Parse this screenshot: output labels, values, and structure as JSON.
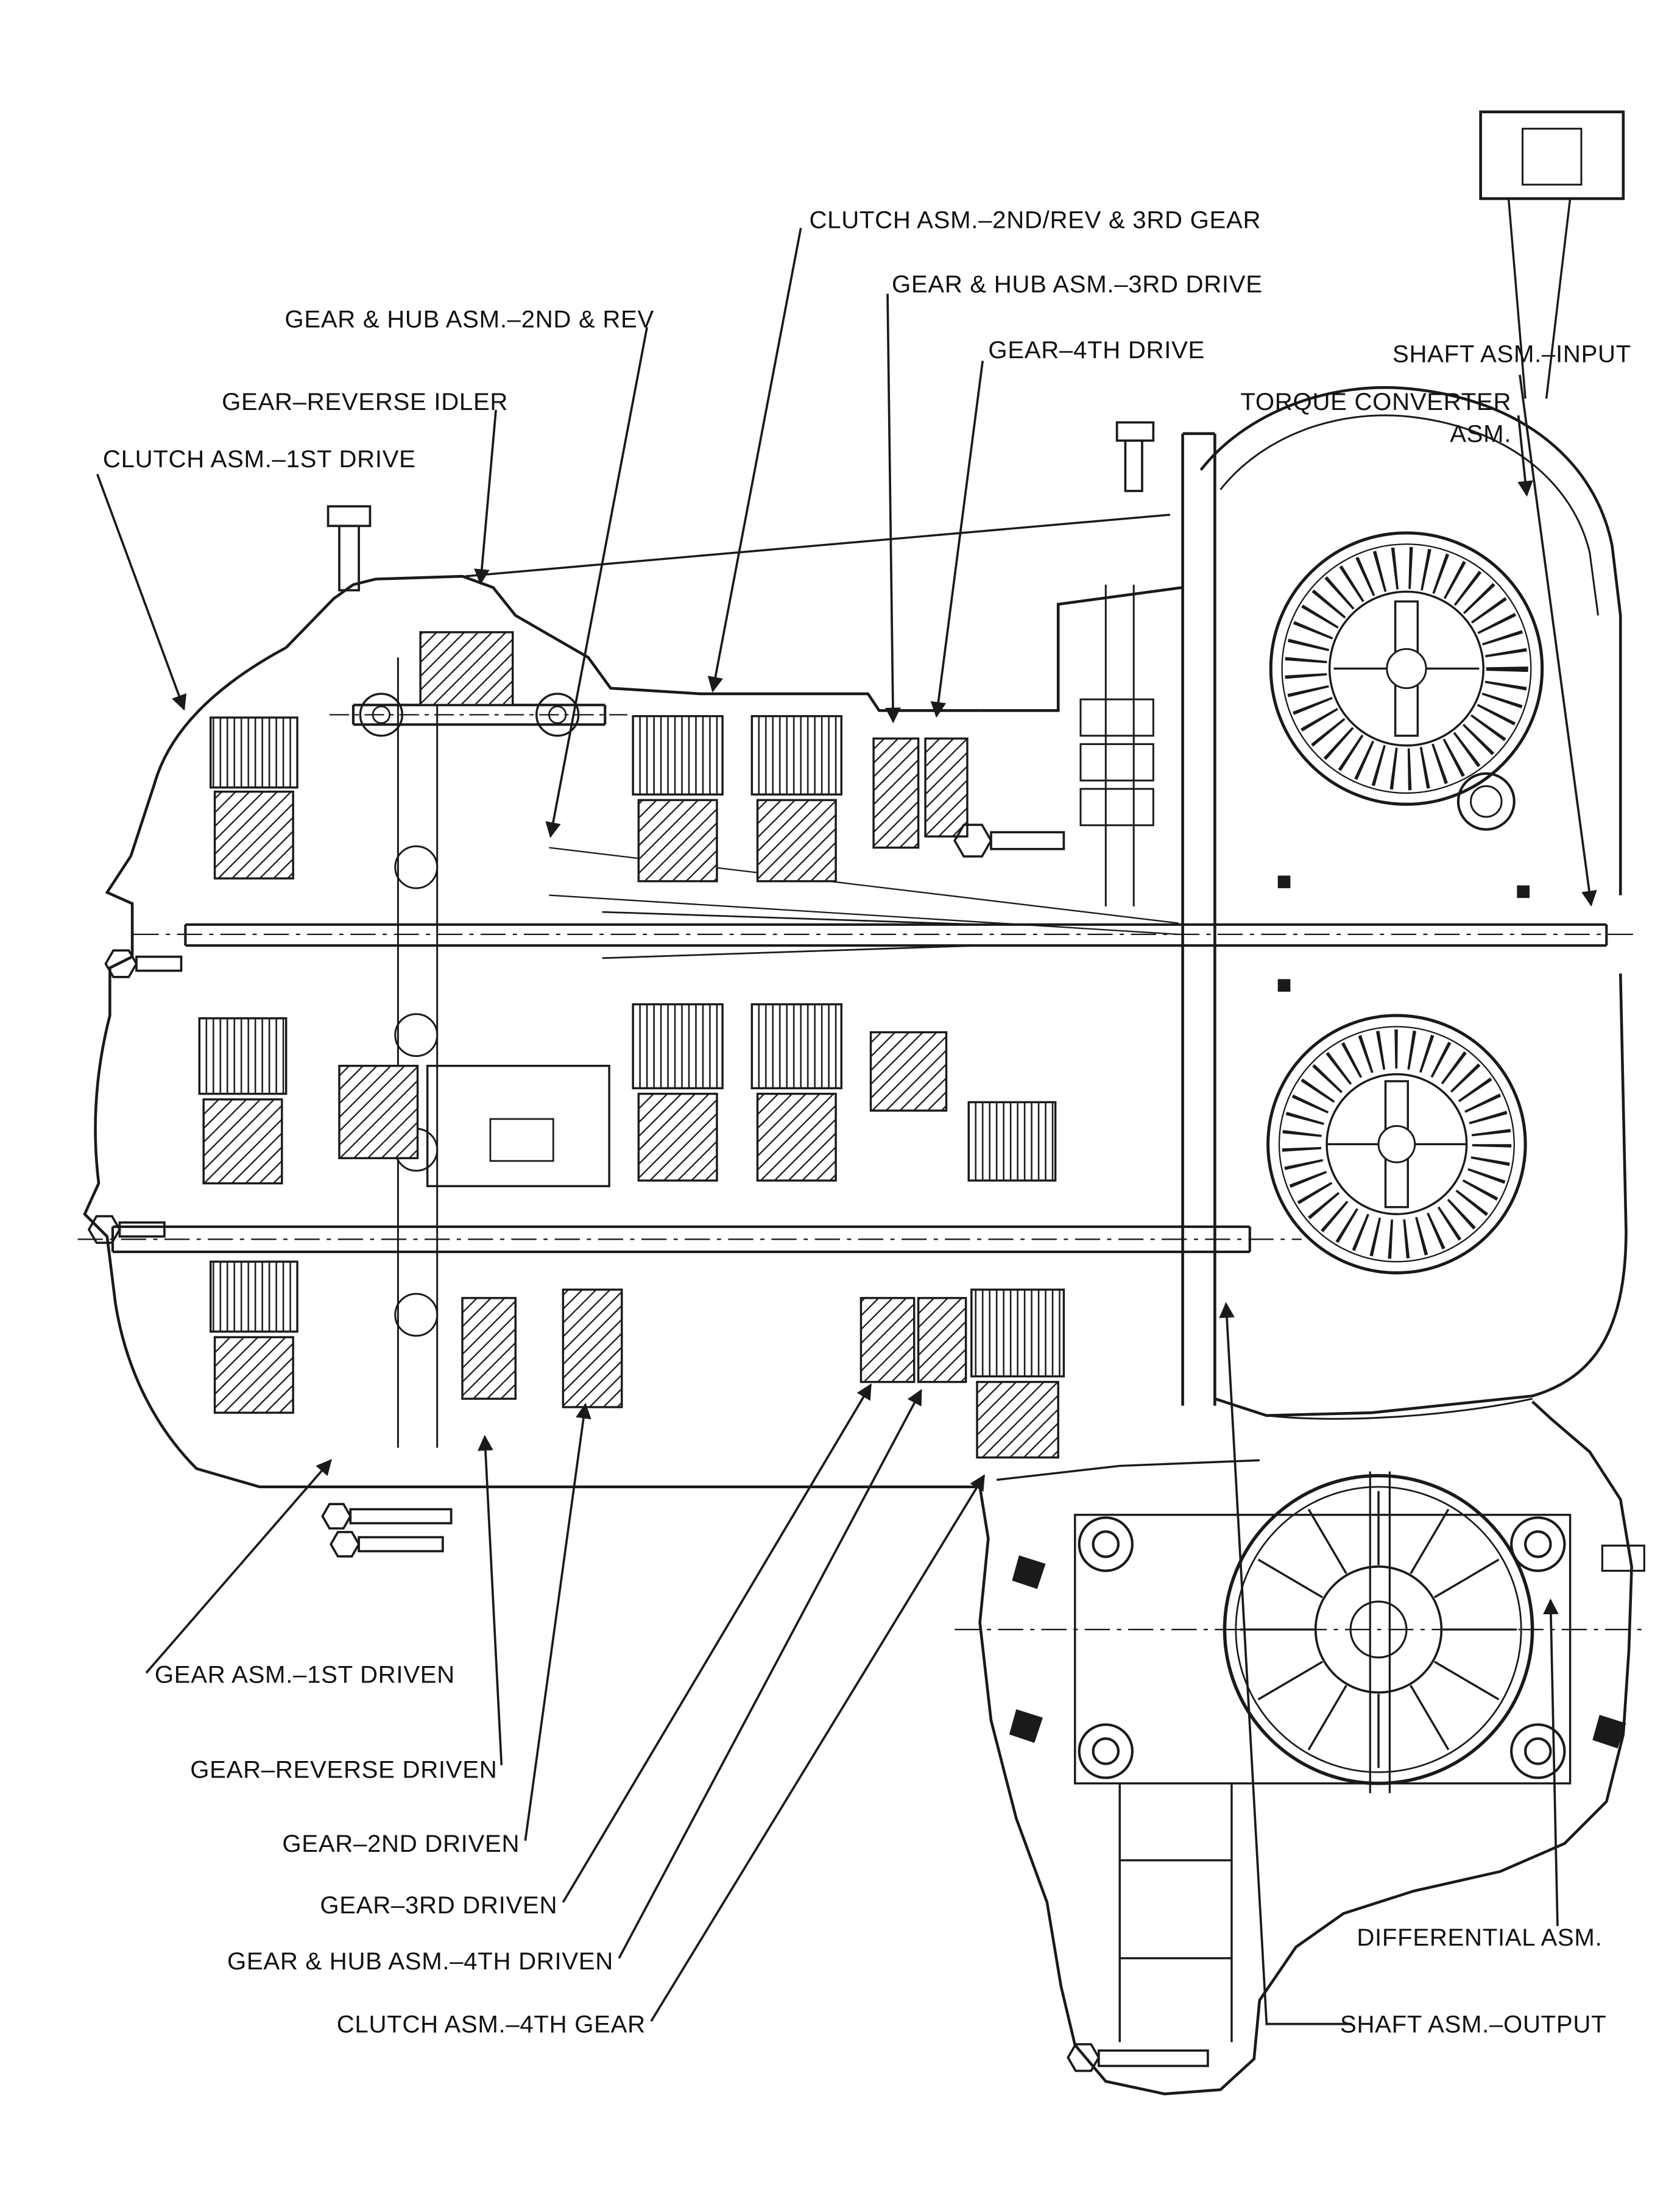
{
  "diagram": {
    "title": "Automatic transaxle cross-section",
    "colors": {
      "line": "#1a1a1a",
      "background": "#ffffff",
      "text": "#111111"
    }
  },
  "labels": {
    "clutch_2nd_rev_3rd": "CLUTCH ASM.–2ND/REV & 3RD GEAR",
    "gear_hub_3rd_drive": "GEAR & HUB ASM.–3RD DRIVE",
    "gear_hub_2nd_rev": "GEAR & HUB ASM.–2ND & REV",
    "gear_4th_drive": "GEAR–4TH DRIVE",
    "shaft_input": "SHAFT ASM.–INPUT",
    "gear_reverse_idler": "GEAR–REVERSE IDLER",
    "torque_converter_line1": "TORQUE CONVERTER",
    "torque_converter_line2": "ASM.",
    "clutch_1st_drive": "CLUTCH ASM.–1ST DRIVE",
    "gear_1st_driven": "GEAR ASM.–1ST DRIVEN",
    "gear_reverse_driven": "GEAR–REVERSE DRIVEN",
    "gear_2nd_driven": "GEAR–2ND DRIVEN",
    "gear_3rd_driven": "GEAR–3RD DRIVEN",
    "gear_hub_4th_driven": "GEAR & HUB ASM.–4TH DRIVEN",
    "clutch_4th_gear": "CLUTCH ASM.–4TH GEAR",
    "differential": "DIFFERENTIAL ASM.",
    "shaft_output": "SHAFT ASM.–OUTPUT"
  }
}
